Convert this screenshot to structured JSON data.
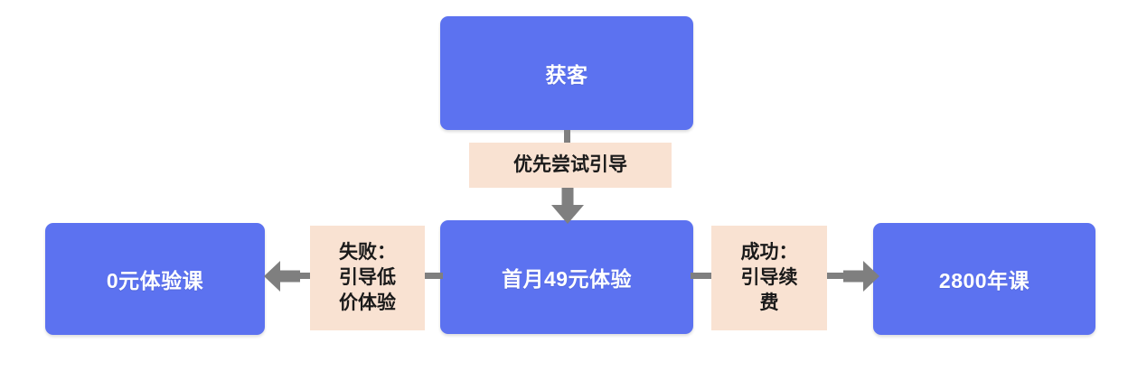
{
  "diagram": {
    "type": "flowchart",
    "title": "",
    "palette": {
      "node_fill": "#5c72f0",
      "node_text": "#ffffff",
      "label_fill": "#f9e2d2",
      "label_text": "#1a1a1a",
      "connector": "#7f7f7f",
      "background": "#ffffff"
    },
    "nodes": [
      {
        "id": "acquire",
        "label": "获客"
      },
      {
        "id": "trial49",
        "label": "首月49元体验"
      },
      {
        "id": "free",
        "label": "0元体验课"
      },
      {
        "id": "annual",
        "label": "2800年课"
      }
    ],
    "edges": [
      {
        "id": "acquire-to-trial49",
        "from": "acquire",
        "to": "trial49",
        "direction": "down",
        "label_lines": [
          "优先尝试引导"
        ]
      },
      {
        "id": "trial49-to-free",
        "from": "trial49",
        "to": "free",
        "direction": "left",
        "label_lines": [
          "失败：",
          "引导低",
          "价体验"
        ]
      },
      {
        "id": "trial49-to-annual",
        "from": "trial49",
        "to": "annual",
        "direction": "right",
        "label_lines": [
          "成功：",
          "引导续",
          "费"
        ]
      }
    ]
  }
}
